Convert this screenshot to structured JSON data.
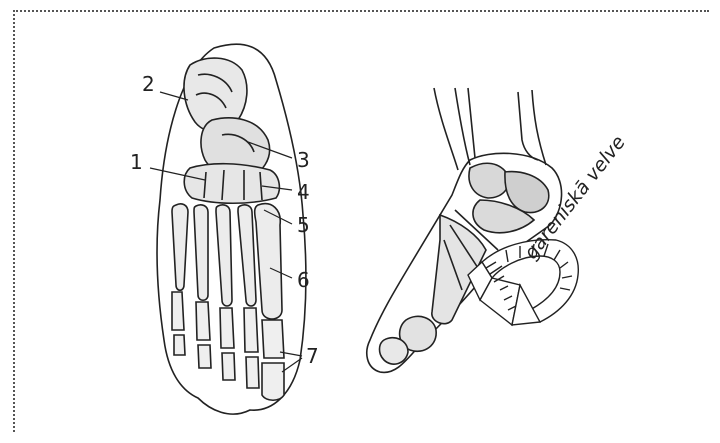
{
  "labels": {
    "n1": "1",
    "n2": "2",
    "n3": "3",
    "n4": "4",
    "n5": "5",
    "n6": "6",
    "n7": "7",
    "arch": "gareniskā velve"
  }
}
